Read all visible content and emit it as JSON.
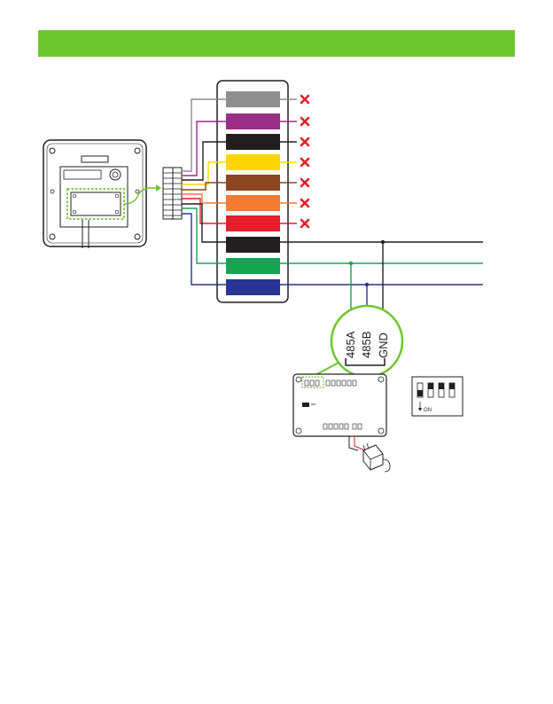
{
  "header": {
    "fill": "#6dc72e"
  },
  "wire_colors": {
    "grey": "#8e8e8e",
    "purple": "#9b2e85",
    "black": "#231f20",
    "yellow": "#ffd600",
    "brown": "#8b4520",
    "orange": "#f47b30",
    "red": "#e61e2a",
    "green": "#14a553",
    "blue": "#283593"
  },
  "wires": [
    {
      "color": "grey",
      "connected": false,
      "status_icon": "cross-icon"
    },
    {
      "color": "purple",
      "connected": false,
      "status_icon": "cross-icon"
    },
    {
      "color": "black",
      "connected": false,
      "status_icon": "cross-icon"
    },
    {
      "color": "yellow",
      "connected": false,
      "status_icon": "cross-icon"
    },
    {
      "color": "brown",
      "connected": false,
      "status_icon": "cross-icon"
    },
    {
      "color": "orange",
      "connected": false,
      "status_icon": "cross-icon"
    },
    {
      "color": "red",
      "connected": false,
      "status_icon": "cross-icon"
    },
    {
      "color": "black",
      "connected": true,
      "terminal": "GND"
    },
    {
      "color": "green",
      "connected": true,
      "terminal": "485A"
    },
    {
      "color": "blue",
      "connected": true,
      "terminal": "485B"
    }
  ],
  "terminals": [
    {
      "label": "485A",
      "wire_color": "green"
    },
    {
      "label": "485B",
      "wire_color": "blue"
    },
    {
      "label": "GND",
      "wire_color": "black"
    }
  ],
  "dip_switch": {
    "on_label": "ON",
    "switch_count": 4
  },
  "status_colors": {
    "cross": "#e61e2a",
    "highlight": "#6dc72e"
  }
}
